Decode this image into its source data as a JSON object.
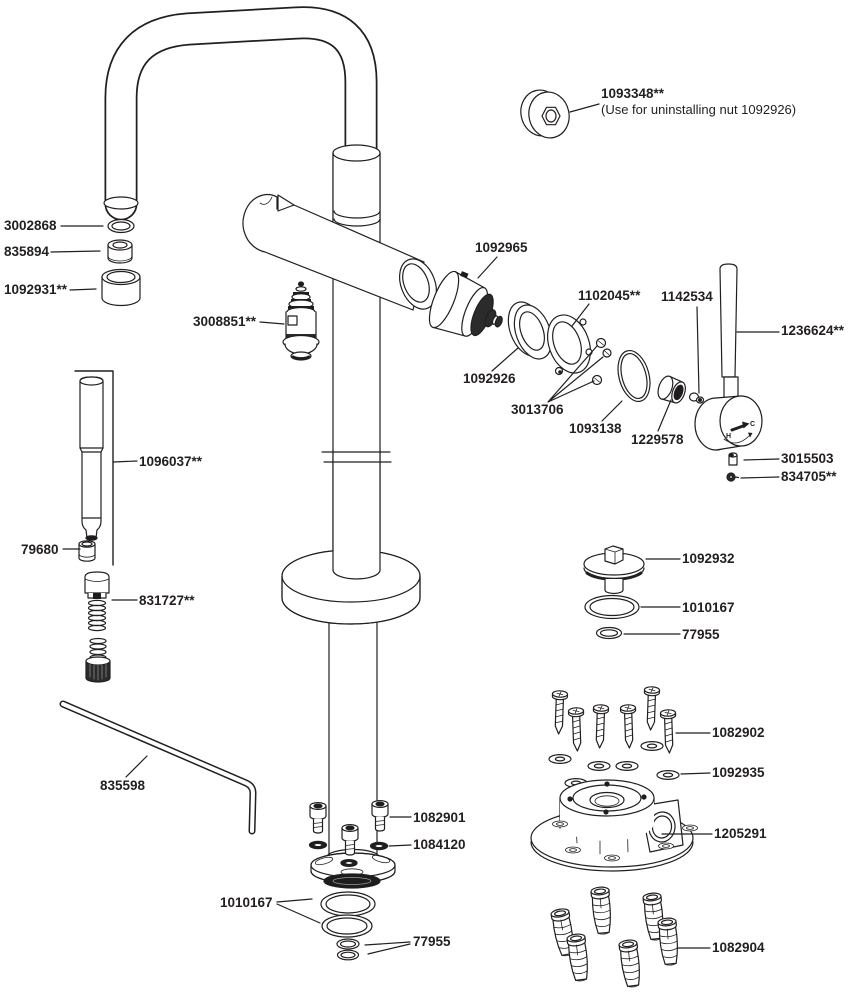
{
  "diagram": {
    "description": "Exploded parts diagram of a freestanding tub filler faucet with hand shower",
    "colors": {
      "line": "#231f20",
      "background": "#ffffff",
      "dark_fill": "#1d1d1d"
    },
    "handle_markings": {
      "hot": "H",
      "cold": "C"
    },
    "note": {
      "text": "(Use for uninstalling nut 1092926)"
    },
    "parts": {
      "p1093348": "1093348**",
      "p3002868": "3002868",
      "p835894": "835894",
      "p1092931": "1092931**",
      "p3008851": "3008851**",
      "p1092965": "1092965",
      "p1092926": "1092926",
      "p1102045": "1102045**",
      "p1142534": "1142534",
      "p1236624": "1236624**",
      "p3013706": "3013706",
      "p1093138": "1093138",
      "p1229578": "1229578",
      "p3015503": "3015503",
      "p834705": "834705**",
      "p1096037": "1096037**",
      "p79680": "79680",
      "p831727": "831727**",
      "p835598": "835598",
      "p1092932": "1092932",
      "p1010167": "1010167",
      "p77955": "77955",
      "p1082902": "1082902",
      "p1092935": "1092935",
      "p1205291": "1205291",
      "p1082901": "1082901",
      "p1084120": "1084120",
      "p1082904": "1082904"
    }
  }
}
